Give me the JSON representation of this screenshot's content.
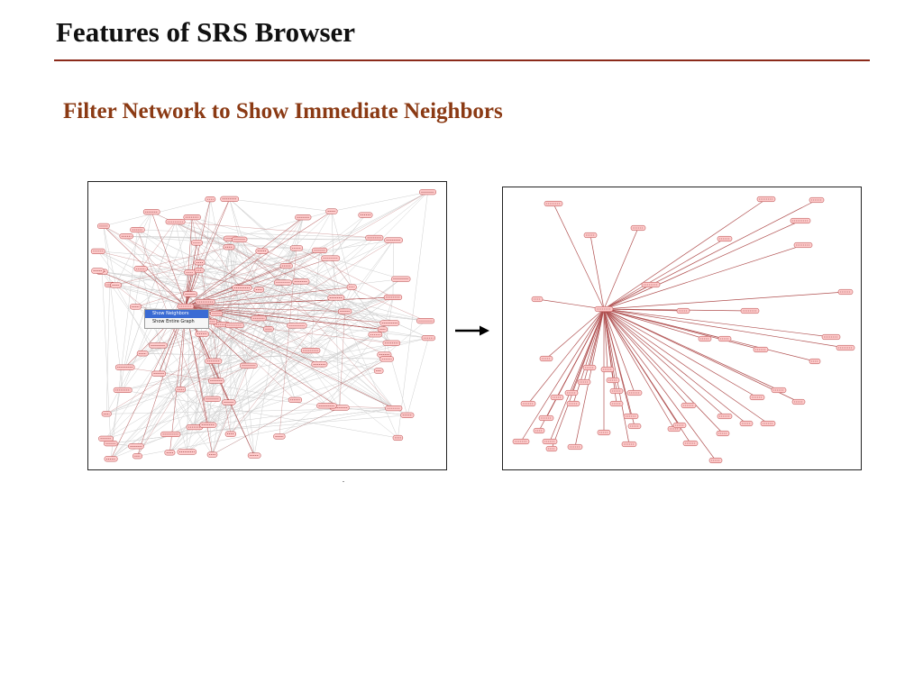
{
  "slide": {
    "title": "Features of SRS Browser",
    "subtitle": "Filter Network to Show Immediate Neighbors"
  },
  "context_menu": {
    "items": [
      "Show Neighbors",
      "Show Entire Graph"
    ],
    "selected_index": 0
  },
  "colors": {
    "accent_rule": "#8b2a1a",
    "subtitle": "#8b3a14",
    "node_fill": "#ffcccc",
    "node_stroke": "#b04040",
    "neighbor_edge": "#b05050",
    "background_edge": "#cfcfcf",
    "menu_highlight": "#3a6bd4"
  }
}
